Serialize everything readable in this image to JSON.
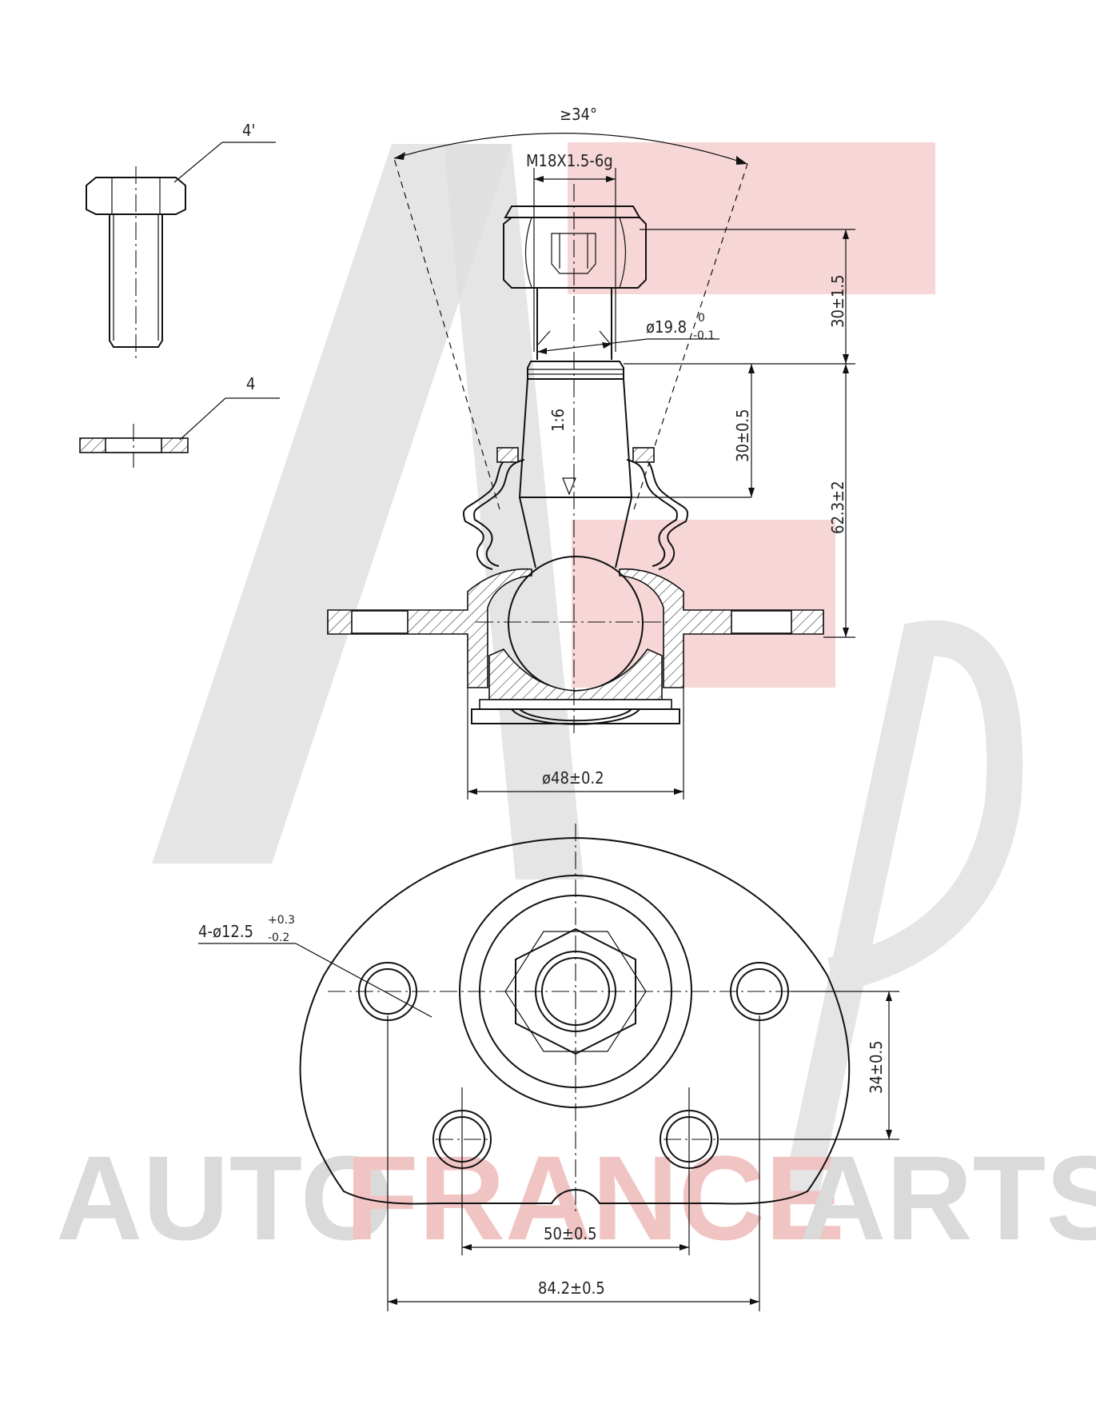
{
  "callouts": {
    "bolt": "4'",
    "washer": "4"
  },
  "dimensions": {
    "cone_angle": "≥34°",
    "thread": "M18X1.5-6g",
    "shank_dia_main": "ø19.8",
    "shank_dia_upper_tol": "0",
    "shank_dia_lower_tol": "-0.1",
    "nut_height": "30±1.5",
    "taper_length": "30±0.5",
    "total_height": "62.3±2",
    "taper_ratio": "1:6",
    "body_dia": "ø48±0.2",
    "hole_spec_main": "4-ø12.5",
    "hole_spec_upper_tol": "+0.3",
    "hole_spec_lower_tol": "-0.2",
    "vertical_spacing": "34±0.5",
    "inner_spacing": "50±0.5",
    "outer_spacing": "84.2±0.5"
  },
  "watermark": {
    "text_left": "AUTO",
    "text_mid": "FRANCE",
    "text_right": "ARTS",
    "color_gray": "#d9d9d9",
    "color_red": "#f4c6c6"
  }
}
